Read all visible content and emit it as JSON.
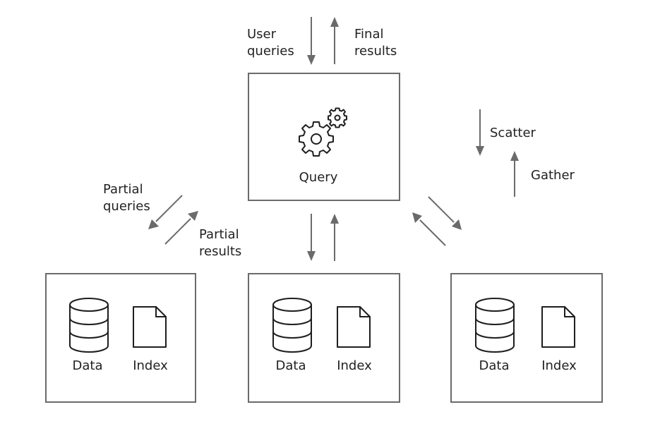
{
  "query_node": {
    "label": "Query",
    "icon": "gears-icon"
  },
  "flow_labels": {
    "user_queries": [
      "User",
      "queries"
    ],
    "final_results": [
      "Final",
      "results"
    ],
    "partial_queries": [
      "Partial",
      "queries"
    ],
    "partial_results": [
      "Partial",
      "results"
    ],
    "scatter": "Scatter",
    "gather": "Gather"
  },
  "shards": [
    {
      "data_label": "Data",
      "index_label": "Index",
      "data_icon": "database-icon",
      "index_icon": "document-icon"
    },
    {
      "data_label": "Data",
      "index_label": "Index",
      "data_icon": "database-icon",
      "index_icon": "document-icon"
    },
    {
      "data_label": "Data",
      "index_label": "Index",
      "data_icon": "database-icon",
      "index_icon": "document-icon"
    }
  ],
  "colors": {
    "box_stroke": "#6b6b6b",
    "arrow": "#6b6b6b",
    "icon": "#1e1e1e",
    "text": "#222222"
  }
}
